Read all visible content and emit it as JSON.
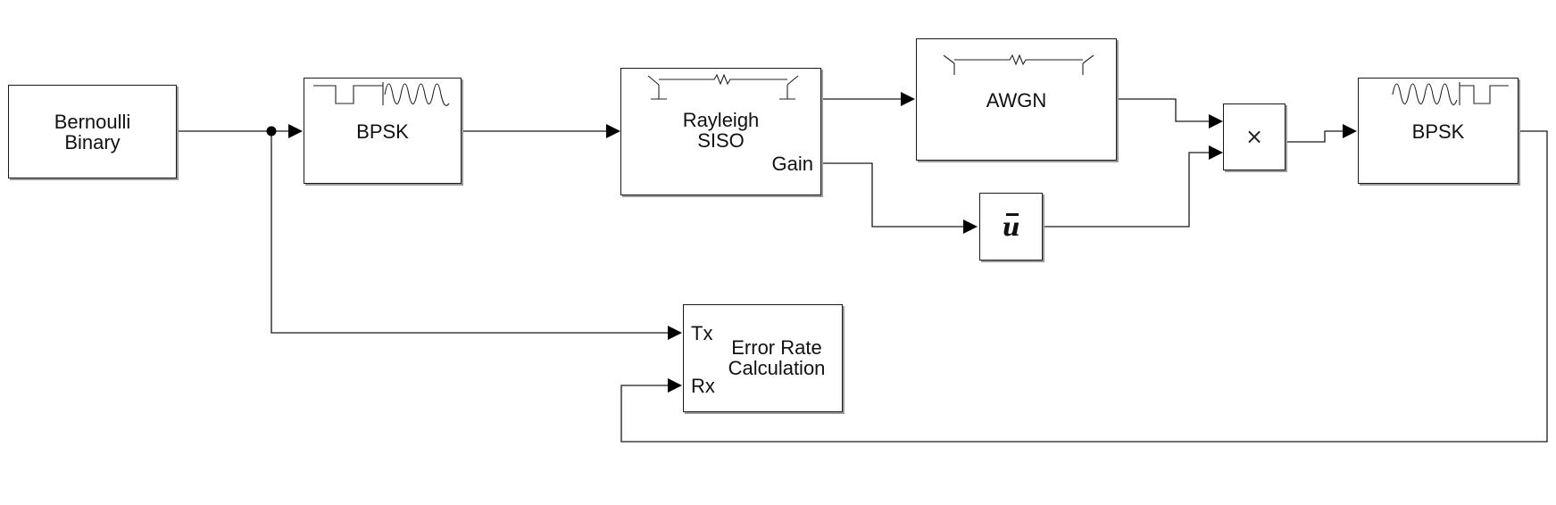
{
  "blocks": {
    "bernoulli": {
      "line1": "Bernoulli",
      "line2": "Binary"
    },
    "bpsk_mod": {
      "label": "BPSK"
    },
    "rayleigh": {
      "line1": "Rayleigh",
      "line2": "SISO",
      "gain_port": "Gain"
    },
    "awgn": {
      "label": "AWGN"
    },
    "product": {
      "symbol": "×"
    },
    "mean": {
      "symbol": "u"
    },
    "bpsk_demod": {
      "label": "BPSK"
    },
    "error_rate": {
      "line1": "Error Rate",
      "line2": "Calculation",
      "tx_port": "Tx",
      "rx_port": "Rx"
    }
  }
}
